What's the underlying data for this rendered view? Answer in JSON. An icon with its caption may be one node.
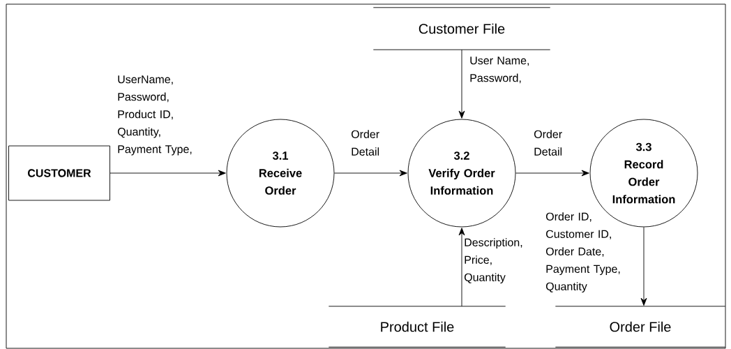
{
  "diagram": {
    "nodes": [
      {
        "text": [
          "Customer File"
        ]
      },
      {
        "text": [
          "CUSTOMER"
        ]
      },
      {
        "text": [
          "3.1",
          "Receive Order"
        ]
      },
      {
        "text": [
          "3.2",
          "Verify Order Information"
        ]
      },
      {
        "text": [
          "3.3",
          "Record Order Information"
        ]
      },
      {
        "text": [
          "Product File"
        ]
      },
      {
        "text": [
          "Order File"
        ]
      }
    ],
    "edges": [
      {
        "from": 1,
        "to": 2,
        "arrow": "to",
        "label": "UserName, Password, Product ID, Quantity, Payment Type,"
      },
      {
        "from": 2,
        "to": 3,
        "arrow": "to",
        "label": "Order Detail"
      },
      {
        "from": 0,
        "to": 3,
        "arrow": "to",
        "label": "User Name, Password,"
      },
      {
        "from": 3,
        "to": 4,
        "arrow": "to",
        "label": "Order Detail"
      },
      {
        "from": 5,
        "to": 3,
        "arrow": "to",
        "label": "Description, Price, Quantity"
      },
      {
        "from": 4,
        "to": 6,
        "arrow": "to",
        "label": "Order ID, Customer ID, Order Date, Payment Type, Quantity"
      }
    ]
  }
}
